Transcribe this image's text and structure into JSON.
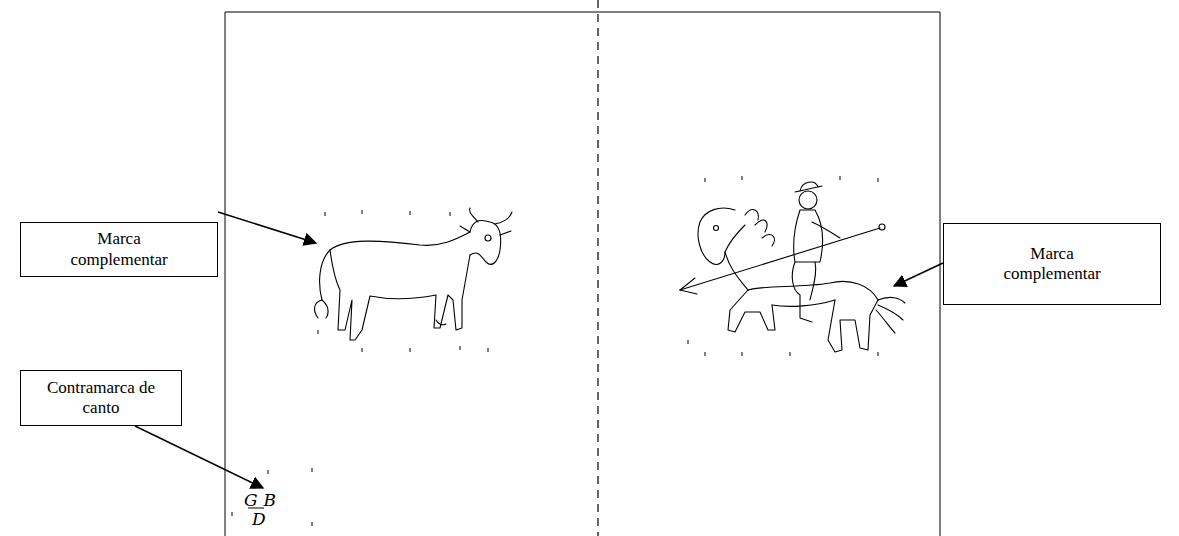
{
  "diagram": {
    "nodes": [
      {
        "text": [
          "Marca complementar"
        ]
      },
      {
        "text": [
          "Marca complementar"
        ]
      },
      {
        "text": [
          "Contramarca de canto"
        ]
      }
    ],
    "labels": [
      "GB",
      "D"
    ]
  }
}
